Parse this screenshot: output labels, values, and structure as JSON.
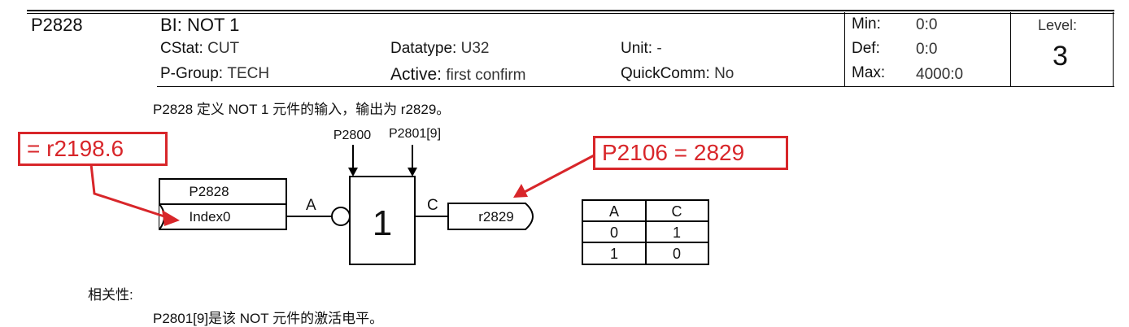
{
  "header": {
    "param": "P2828",
    "name": "BI: NOT 1",
    "cstat_label": "CStat:",
    "cstat_value": "CUT",
    "pgroup_label": "P-Group:",
    "pgroup_value": "TECH",
    "datatype_label": "Datatype:",
    "datatype_value": "U32",
    "active_label": "Active:",
    "active_value": "first confirm",
    "unit_label": "Unit:",
    "unit_value": "-",
    "quickcomm_label": "QuickComm:",
    "quickcomm_value": "No",
    "min_label": "Min:",
    "min_value": "0:0",
    "def_label": "Def:",
    "def_value": "0:0",
    "max_label": "Max:",
    "max_value": "4000:0",
    "level_label": "Level:",
    "level_value": "3"
  },
  "description": "P2828 定义 NOT 1 元件的输入，输出为 r2829。",
  "diagram": {
    "input_box_title": "P2828",
    "input_box_index": "Index0",
    "label_a": "A",
    "label_c": "C",
    "top_input_1": "P2800",
    "top_input_2": "P2801[9]",
    "gate_symbol": "1",
    "output_label": "r2829",
    "truth_table": {
      "headers": [
        "A",
        "C"
      ],
      "rows": [
        [
          "0",
          "1"
        ],
        [
          "1",
          "0"
        ]
      ]
    }
  },
  "callouts": {
    "left": "= r2198.6",
    "right": "P2106 = 2829",
    "color": "#d8262a"
  },
  "dependency": {
    "title": "相关性:",
    "text": "P2801[9]是该 NOT 元件的激活电平。"
  }
}
